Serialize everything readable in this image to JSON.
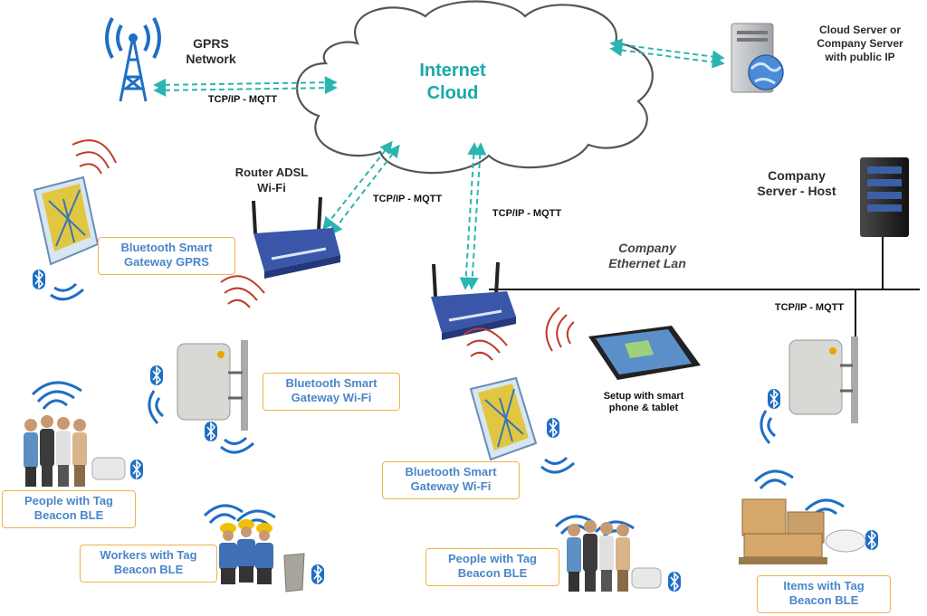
{
  "cloud": {
    "line1": "Internet",
    "line2": "Cloud"
  },
  "nodes": {
    "gprs_network": {
      "line1": "GPRS",
      "line2": "Network"
    },
    "cloud_server": {
      "line1": "Cloud Server or",
      "line2": "Company Server",
      "line3": "with public IP"
    },
    "router_adsl": {
      "line1": "Router ADSL",
      "line2": "Wi-Fi"
    },
    "company_server": {
      "line1": "Company",
      "line2": "Server - Host"
    },
    "company_lan": {
      "line1": "Company",
      "line2": "Ethernet Lan"
    },
    "setup_device": {
      "line1": "Setup with smart",
      "line2": "phone & tablet"
    }
  },
  "protocol_labels": {
    "gprs_link": "TCP/IP - MQTT",
    "router_link": "TCP/IP - MQTT",
    "lan_router_link": "TCP/IP - MQTT",
    "lan_gateway_link": "TCP/IP - MQTT"
  },
  "boxes": {
    "gw_gprs": {
      "line1": "Bluetooth Smart",
      "line2": "Gateway GPRS"
    },
    "gw_wifi_left": {
      "line1": "Bluetooth Smart",
      "line2": "Gateway Wi-Fi"
    },
    "gw_wifi_center": {
      "line1": "Bluetooth Smart",
      "line2": "Gateway Wi-Fi"
    },
    "people_left": {
      "line1": "People with Tag",
      "line2": "Beacon BLE"
    },
    "workers": {
      "line1": "Workers with Tag",
      "line2": "Beacon BLE"
    },
    "people_center": {
      "line1": "People with Tag",
      "line2": "Beacon BLE"
    },
    "items": {
      "line1": "Items with Tag",
      "line2": "Beacon BLE"
    }
  },
  "colors": {
    "cloud_text": "#1aa9a9",
    "link_arrow": "#2bb5b0",
    "box_border": "#f0b24a",
    "box_text": "#4a86c8",
    "wifi_waves": "#c0392b",
    "ble_waves": "#1e6fc4",
    "router_body": "#3a56a8"
  },
  "icons": [
    "cell-tower-icon",
    "server-globe-icon",
    "wifi-router-icon",
    "tower-server-icon",
    "gateway-device-icon",
    "panel-antenna-icon",
    "tablet-icon",
    "bluetooth-icon",
    "beacon-tag-icon",
    "people-group-icon",
    "workers-group-icon",
    "boxes-pallet-icon"
  ]
}
